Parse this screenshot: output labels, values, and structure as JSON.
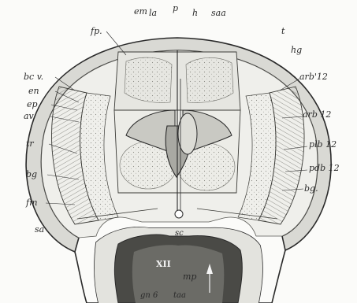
{
  "figure": {
    "labels": {
      "em": "em",
      "la": "la",
      "p": "p",
      "h": "h",
      "saa": "saa",
      "fp": "fp.",
      "t": "t",
      "hg": "hg",
      "arb1_12": "arb'12",
      "arb_12": "arb 12",
      "bcv": "bc v.",
      "en": "en",
      "ep": "ep",
      "av": "av.",
      "plb_12": "plb 12",
      "pdb_12": "pdb 12",
      "tr": "tr",
      "bg_left": "bg",
      "bg_right": "bg.",
      "fm": "fm",
      "sa": "sa",
      "sc": "sc",
      "xii": "XII",
      "mp": "mp",
      "gnb": "gn 6",
      "taa": "taa"
    },
    "colors": {
      "ink": "#2a2a2a",
      "paper": "#fbfbf9",
      "shade": "#b9b9b4"
    }
  }
}
